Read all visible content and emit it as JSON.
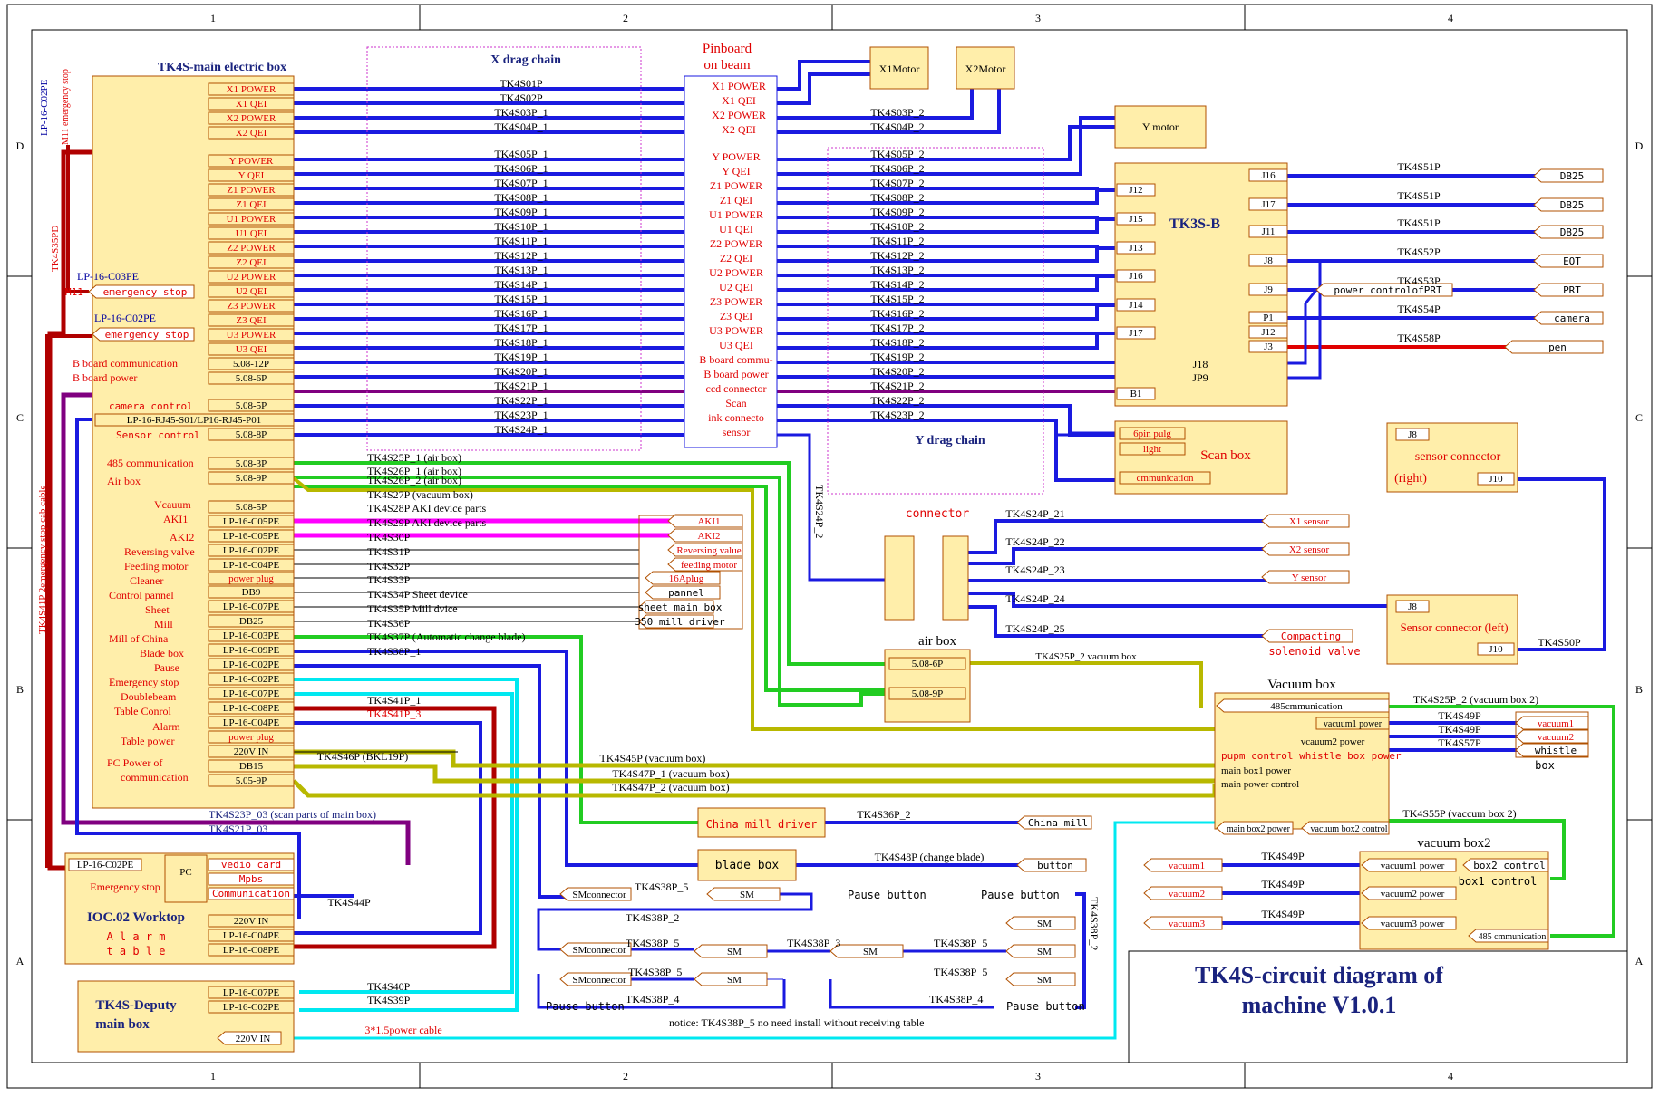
{
  "title": {
    "line1": "TK4S-circuit diagram of",
    "line2": "machine V1.0.1"
  },
  "grid": {
    "cols": [
      "1",
      "2",
      "3",
      "4"
    ],
    "rows": [
      "D",
      "C",
      "B",
      "A"
    ]
  },
  "colors": {
    "blue": "#1a1ae0",
    "red": "#e00000",
    "darkred": "#b00000",
    "green": "#22cc22",
    "olive": "#b8b800",
    "cyan": "#00e8f0",
    "magenta": "#ff00ff",
    "purple": "#800080",
    "box_fill": "#ffeeaa",
    "box_stroke": "#b05000",
    "label_red": "#e00000",
    "label_blue": "#0000a0"
  },
  "main_box": {
    "title": "TK4S-main electric box",
    "left_notes": [
      "LP-16-C02PE",
      "M11 emergency stop",
      "TK4S35PD",
      "TK4S41P 2emergency stop cab cable"
    ],
    "ports_top": [
      "X1 POWER",
      "X1 QEI",
      "X2 POWER",
      "X2 QEI"
    ],
    "ports_mid": [
      "Y POWER",
      "Y QEI",
      "Z1 POWER",
      "Z1 QEI",
      "U1 POWER",
      "U1 QEI",
      "Z2 POWER",
      "Z2 QEI",
      "U2 POWER",
      "U2 QEI",
      "Z3 POWER",
      "Z3 QEI",
      "U3 POWER",
      "U3 QEI",
      "5.08-12P",
      "5.08-6P"
    ],
    "b_board": [
      "B board communication",
      "B board power"
    ],
    "camera_control": "camera control",
    "camera_port": "5.08-5P",
    "rj45": "LP-16-RJ45-S01/LP16-RJ45-P01",
    "sensor_control": "Sensor control",
    "sensor_port": "5.08-8P",
    "stop_labels": [
      {
        "code": "LP-16-C03PE",
        "label": "emergency stop",
        "prefix": "M11"
      },
      {
        "code": "LP-16-C02PE",
        "label": "emergency stop"
      }
    ],
    "lower_labels": [
      "485 communication",
      "Air box",
      "Vcauum",
      "AKI1",
      "AKI2",
      "Reversing valve",
      "Feeding motor",
      "Cleaner",
      "Control pannel",
      "Sheet",
      "Mill",
      "Mill of China",
      "Blade box",
      "Pause",
      "Emergency stop",
      "Doublebeam",
      "Table Conrol",
      "Alarm",
      "Table power",
      "PC Power of",
      "communication"
    ],
    "lower_ports": [
      "5.08-3P",
      "5.08-9P",
      "5.08-5P",
      "LP-16-C05PE",
      "LP-16-C05PE",
      "LP-16-C02PE",
      "LP-16-C04PE",
      "power plug",
      "DB9",
      "LP-16-C07PE",
      "DB25",
      "LP-16-C03PE",
      "LP-16-C09PE",
      "LP-16-C02PE",
      "LP-16-C02PE",
      "LP-16-C07PE",
      "LP-16-C08PE",
      "LP-16-C04PE",
      "power plug",
      "220V IN",
      "DB15",
      "5.05-9P"
    ]
  },
  "x_chain": {
    "title": "X drag chain",
    "cables_top": [
      "TK4S01P",
      "TK4S02P",
      "TK4S03P_1",
      "TK4S04P_1"
    ],
    "cables_mid": [
      "TK4S05P_1",
      "TK4S06P_1",
      "TK4S07P_1",
      "TK4S08P_1",
      "TK4S09P_1",
      "TK4S10P_1",
      "TK4S11P_1",
      "TK4S12P_1",
      "TK4S13P_1",
      "TK4S14P_1",
      "TK4S15P_1",
      "TK4S16P_1",
      "TK4S17P_1",
      "TK4S18P_1",
      "TK4S19P_1",
      "TK4S20P_1",
      "TK4S21P_1",
      "TK4S22P_1",
      "TK4S23P_1",
      "TK4S24P_1"
    ]
  },
  "pinboard": {
    "title1": "Pinboard",
    "title2": "on beam",
    "labels_top": [
      "X1 POWER",
      "X1 QEI",
      "X2 POWER",
      "X2 QEI"
    ],
    "labels_mid": [
      "Y POWER",
      "Y QEI",
      "Z1 POWER",
      "Z1 QEI",
      "U1 POWER",
      "U1 QEI",
      "Z2 POWER",
      "Z2 QEI",
      "U2 POWER",
      "U2 QEI",
      "Z3 POWER",
      "Z3 QEI",
      "U3 POWER",
      "U3 QEI",
      "B board commu-",
      "B board power",
      "ccd connector",
      "Scan",
      "ink connecto",
      "sensor"
    ]
  },
  "motors": {
    "x1": "X1Motor",
    "x2": "X2Motor",
    "y": "Y motor"
  },
  "y_chain": {
    "title": "Y drag chain",
    "cables_top": [
      "TK4S03P_2",
      "TK4S04P_2"
    ],
    "cables": [
      "TK4S05P_2",
      "TK4S06P_2",
      "TK4S07P_2",
      "TK4S08P_2",
      "TK4S09P_2",
      "TK4S10P_2",
      "TK4S11P_2",
      "TK4S12P_2",
      "TK4S13P_2",
      "TK4S14P_2",
      "TK4S15P_2",
      "TK4S16P_2",
      "TK4S17P_2",
      "TK4S18P_2",
      "TK4S19P_2",
      "TK4S20P_2",
      "TK4S21P_2",
      "TK4S22P_2",
      "TK4S23P_2"
    ],
    "vertical": "TK4S24P_2"
  },
  "tk3s": {
    "title": "TK3S-B",
    "left_ports": [
      "J12",
      "J15",
      "J13",
      "J16",
      "J14",
      "J17"
    ],
    "right_ports": [
      "J16",
      "J17",
      "J11",
      "J8",
      "J9",
      "P1",
      "J12",
      "J3"
    ],
    "bottom": [
      "J18",
      "JP9",
      "B1"
    ],
    "right_cables": [
      "TK4S51P",
      "TK4S51P",
      "TK4S51P",
      "TK4S52P",
      "TK4S53P",
      "TK4S54P",
      "TK4S58P"
    ],
    "right_targets": [
      "DB25",
      "DB25",
      "DB25",
      "EOT",
      "PRT",
      "camera",
      "pen"
    ],
    "power_control": "power controlofPRT"
  },
  "scan_box": {
    "title": "Scan box",
    "ports": [
      "6pin pulg",
      "light",
      "cmmunication"
    ]
  },
  "sensor_right": {
    "title1": "sensor connector",
    "title2": "(right)",
    "ports": [
      "J8",
      "J10"
    ]
  },
  "sensor_left": {
    "title": "Sensor connector (left)",
    "ports": [
      "J8",
      "J10"
    ],
    "cable": "TK4S50P"
  },
  "connector": {
    "title": "connector",
    "cables": [
      "TK4S24P_21",
      "TK4S24P_22",
      "TK4S24P_23",
      "TK4S24P_24",
      "TK4S24P_25"
    ],
    "targets": [
      "X1 sensor",
      "X2 sensor",
      "Y sensor"
    ],
    "compacting": "Compacting",
    "solenoid": "solenoid valve"
  },
  "air_box": {
    "title": "air box",
    "ports": [
      "5.08-6P",
      "5.08-9P"
    ],
    "cable": "TK4S25P_2 vacuum box"
  },
  "lower_cables": [
    "TK4S25P_1 (air box)",
    "TK4S26P_1 (air box)",
    "TK4S26P_2 (air box)",
    "TK4S27P (vacuum box)",
    "TK4S28P  AKI device parts",
    "TK4S29P  AKI device parts",
    "TK4S30P",
    "TK4S31P",
    "TK4S32P",
    "TK4S33P",
    "TK4S34P  Sheet device",
    "TK4S35P Mill dvice",
    "TK4S36P",
    "TK4S37P (Automatic change blade)",
    "TK4S38P_1"
  ],
  "device_targets": [
    "AKI1",
    "AKI2",
    "Reversing value",
    "feeding motor",
    "16Aplug",
    "pannel",
    "sheet main box",
    "350 mill driver"
  ],
  "mid_cables": {
    "c41_1": "TK4S41P_1",
    "c41_3": "TK4S41P_3",
    "c46": "TK4S46P (BKL19P)",
    "c45": "TK4S45P (vacuum box)",
    "c47_1": "TK4S47P_1 (vacuum box)",
    "c47_2": "TK4S47P_2 (vacuum box)",
    "c23": "TK4S23P_03 (scan parts of main box)",
    "c21": "TK4S21P_03",
    "c44": "TK4S44P",
    "c40": "TK4S40P",
    "c39": "TK4S39P",
    "power_cable": "3*1.5power cable",
    "c36_2": "TK4S36P_2",
    "c48": "TK4S48P (change blade)"
  },
  "vacuum_box": {
    "title": "Vacuum box",
    "ports": [
      "485cmmunication",
      "vacuum1 power",
      "vcauum2 power",
      "pupm control whistle box power",
      "main box1 power",
      "main power control",
      "main box2 power",
      "vacuum box2 control"
    ],
    "cables": [
      "TK4S25P_2 (vacuum box 2)",
      "TK4S49P",
      "TK4S49P",
      "TK4S57P",
      "TK4S55P (vaccum box 2)"
    ],
    "targets": [
      "vacuum1",
      "vacuum2",
      "whistle",
      "box"
    ]
  },
  "vacuum_box2": {
    "title": "vacuum box2",
    "ports": [
      "vacuum1 power",
      "vacuum2 power",
      "vacuum3 power",
      "box2 control",
      "box1 control",
      "485 cmmunication"
    ],
    "sources": [
      "vacuum1",
      "vacuum2",
      "vacuum3"
    ],
    "cable": "TK4S49P"
  },
  "china_mill": {
    "driver": "China mill driver",
    "mill": "China mill"
  },
  "blade_box": {
    "title": "blade box",
    "button": "button"
  },
  "ioc": {
    "code": "LP-16-C02PE",
    "stop": "Emergency stop",
    "pc": "PC",
    "ports": [
      "vedio card",
      "Mpbs",
      "Communication"
    ],
    "title": "IOC.02 Worktop",
    "alarm": "A l a r m",
    "table": "t a b l e",
    "lower_ports": [
      "220V IN",
      "LP-16-C04PE",
      "LP-16-C08PE"
    ]
  },
  "deputy": {
    "title1": "TK4S-Deputy",
    "title2": "main box",
    "ports": [
      "LP-16-C07PE",
      "LP-16-C02PE",
      "220V IN"
    ]
  },
  "pause": {
    "sm_connector": "SMconnector",
    "sm": "SM",
    "pause_button": "Pause button",
    "cables": [
      "TK4S38P_5",
      "TK4S38P_2",
      "TK4S38P_5",
      "TK4S38P_3",
      "TK4S38P_5",
      "TK4S38P_5",
      "TK4S38P_5",
      "TK4S38P_4",
      "TK4S38P_4",
      "TK4S38P_2"
    ],
    "notice": "notice: TK4S38P_5 no need install without receiving table"
  }
}
